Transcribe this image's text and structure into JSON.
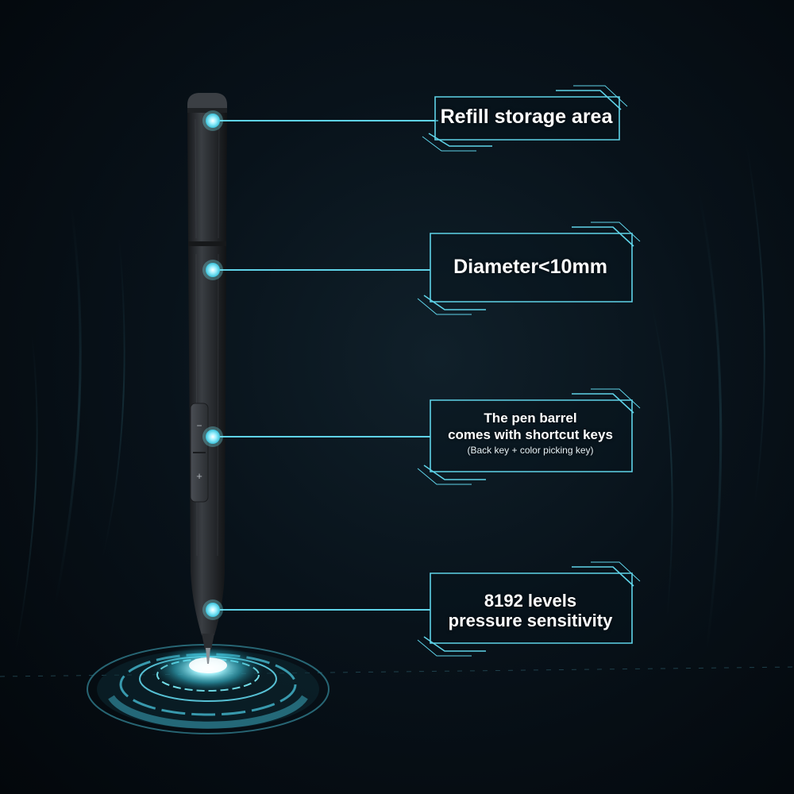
{
  "callouts": {
    "refill": {
      "title": "Refill storage area"
    },
    "diameter": {
      "title": "Diameter<10mm"
    },
    "keys": {
      "line1": "The pen barrel",
      "line2": "comes with shortcut keys",
      "line3": "(Back key + color picking key)"
    },
    "pressure": {
      "line1": "8192 levels",
      "line2": "pressure sensitivity"
    }
  },
  "pen": {
    "button_top_symbol": "−",
    "button_bottom_symbol": "+"
  },
  "colors": {
    "accent": "#5fd3e8",
    "accent_glow": "#7ff4ff",
    "pen_body": "#2c2f33",
    "background": "#06101a"
  }
}
